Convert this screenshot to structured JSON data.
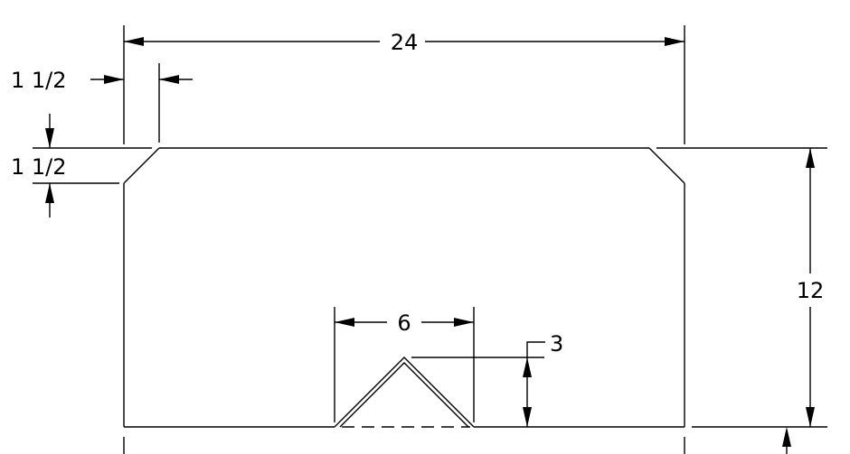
{
  "drawing": {
    "dimensions": {
      "overall_width": "24",
      "overall_height": "12",
      "chamfer_horizontal": "1 1/2",
      "chamfer_vertical": "1 1/2",
      "notch_width": "6",
      "notch_depth": "3"
    }
  }
}
